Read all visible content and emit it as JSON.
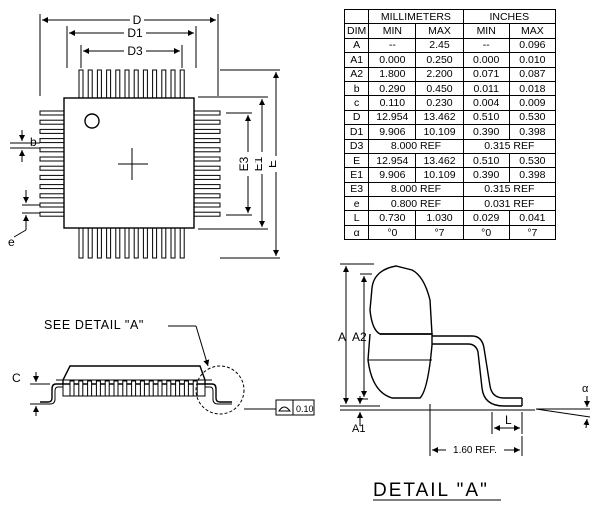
{
  "top_view": {
    "labels": {
      "D": "D",
      "D1": "D1",
      "D3": "D3",
      "E": "E",
      "E1": "E1",
      "E3": "E3",
      "b": "b",
      "e": "e"
    }
  },
  "side_view": {
    "see_detail": "SEE DETAIL \"A\"",
    "c_label": "C",
    "tolerance_value": "0.10"
  },
  "detail": {
    "title": "DETAIL \"A\"",
    "labels": {
      "A": "A",
      "A2": "A2",
      "A1": "A1",
      "L": "L",
      "alpha": "α",
      "ref": "1.60 REF."
    }
  },
  "table": {
    "group_headers": [
      "MILLIMETERS",
      "INCHES"
    ],
    "col_headers": [
      "DIM",
      "MIN",
      "MAX",
      "MIN",
      "MAX"
    ],
    "rows": [
      {
        "dim": "A",
        "mm_min": "--",
        "mm_max": "2.45",
        "in_min": "--",
        "in_max": "0.096"
      },
      {
        "dim": "A1",
        "mm_min": "0.000",
        "mm_max": "0.250",
        "in_min": "0.000",
        "in_max": "0.010"
      },
      {
        "dim": "A2",
        "mm_min": "1.800",
        "mm_max": "2.200",
        "in_min": "0.071",
        "in_max": "0.087"
      },
      {
        "dim": "b",
        "mm_min": "0.290",
        "mm_max": "0.450",
        "in_min": "0.011",
        "in_max": "0.018"
      },
      {
        "dim": "c",
        "mm_min": "0.110",
        "mm_max": "0.230",
        "in_min": "0.004",
        "in_max": "0.009"
      },
      {
        "dim": "D",
        "mm_min": "12.954",
        "mm_max": "13.462",
        "in_min": "0.510",
        "in_max": "0.530"
      },
      {
        "dim": "D1",
        "mm_min": "9.906",
        "mm_max": "10.109",
        "in_min": "0.390",
        "in_max": "0.398"
      },
      {
        "dim": "D3",
        "mm_ref": "8.000  REF",
        "in_ref": "0.315  REF"
      },
      {
        "dim": "E",
        "mm_min": "12.954",
        "mm_max": "13.462",
        "in_min": "0.510",
        "in_max": "0.530"
      },
      {
        "dim": "E1",
        "mm_min": "9.906",
        "mm_max": "10.109",
        "in_min": "0.390",
        "in_max": "0.398"
      },
      {
        "dim": "E3",
        "mm_ref": "8.000  REF",
        "in_ref": "0.315  REF"
      },
      {
        "dim": "e",
        "mm_ref": "0.800  REF",
        "in_ref": "0.031  REF"
      },
      {
        "dim": "L",
        "mm_min": "0.730",
        "mm_max": "1.030",
        "in_min": "0.029",
        "in_max": "0.041"
      },
      {
        "dim": "α",
        "mm_min": "°0",
        "mm_max": "°7",
        "in_min": "°0",
        "in_max": "°7"
      }
    ]
  }
}
